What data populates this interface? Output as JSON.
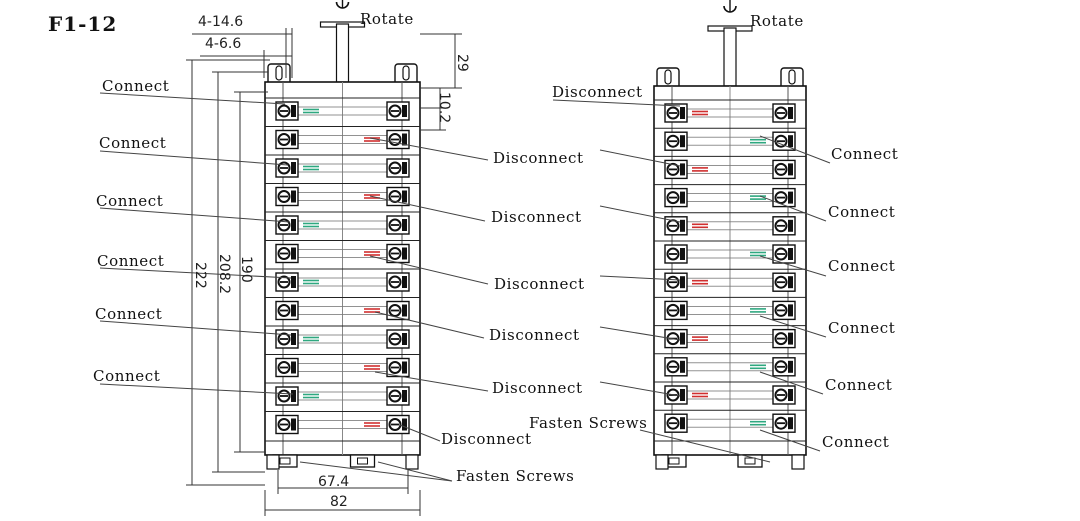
{
  "title": "F1-12",
  "colors": {
    "line": "#333333",
    "red": "#d03030",
    "green": "#2fa880"
  },
  "dimensions": {
    "a": "4-14.6",
    "b": "4-6.6",
    "c": "29",
    "d": "10.2",
    "e": "190",
    "f": "208.2",
    "g": "222",
    "h": "67.4",
    "i": "82"
  },
  "left": {
    "rotate": "Rotate",
    "connect": [
      "Connect",
      "Connect",
      "Connect",
      "Connect",
      "Connect",
      "Connect"
    ],
    "disconnect": [
      "Disconnect",
      "Disconnect",
      "Disconnect",
      "Disconnect",
      "Disconnect",
      "Disconnect"
    ],
    "fasten": "Fasten Screws"
  },
  "right": {
    "rotate": "Rotate",
    "disconnect_top": "Disconnect",
    "connect": [
      "Connect",
      "Connect",
      "Connect",
      "Connect",
      "Connect",
      "Connect"
    ],
    "fasten": "Fasten Screws"
  }
}
